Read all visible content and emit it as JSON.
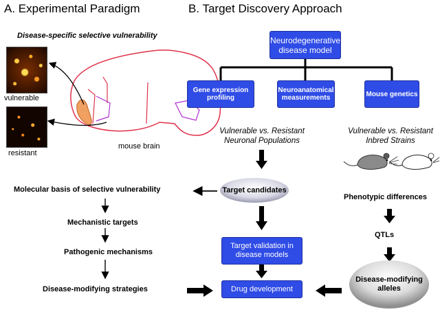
{
  "panel_a": {
    "title": "A. Experimental Paradigm",
    "subtitle": "Disease-specific selective vulnerability",
    "image_labels": {
      "vulnerable": "vulnerable",
      "resistant": "resistant"
    },
    "brain_label": "mouse brain",
    "mechanisms": [
      "Molecular basis of selective vulnerability",
      "Mechanistic targets",
      "Pathogenic mechanisms",
      "Disease-modifying strategies"
    ]
  },
  "panel_b": {
    "title": "B. Target Discovery Approach",
    "model_box": "Neurodegenerative disease model",
    "approaches": [
      "Gene expression profiling",
      "Neuroanatomical measurements",
      "Mouse genetics"
    ],
    "populations": "Vulnerable vs. Resistant Neuronal Populations",
    "strains": "Vulnerable vs. Resistant Inbred Strains",
    "target_candidates": "Target candidates",
    "target_validation": "Target validation in disease models",
    "drug_development": "Drug development",
    "phenotypic_differences": "Phenotypic differences",
    "qtls": "QTLs",
    "disease_modifying_alleles": "Disease-modifying alleles"
  },
  "colors": {
    "box_blue": "#2f4ce6",
    "brain_outline": "#e0304a",
    "vulnerable_region": "#f0a060"
  },
  "icons": [
    "arrow-icon",
    "mouse-icon"
  ]
}
